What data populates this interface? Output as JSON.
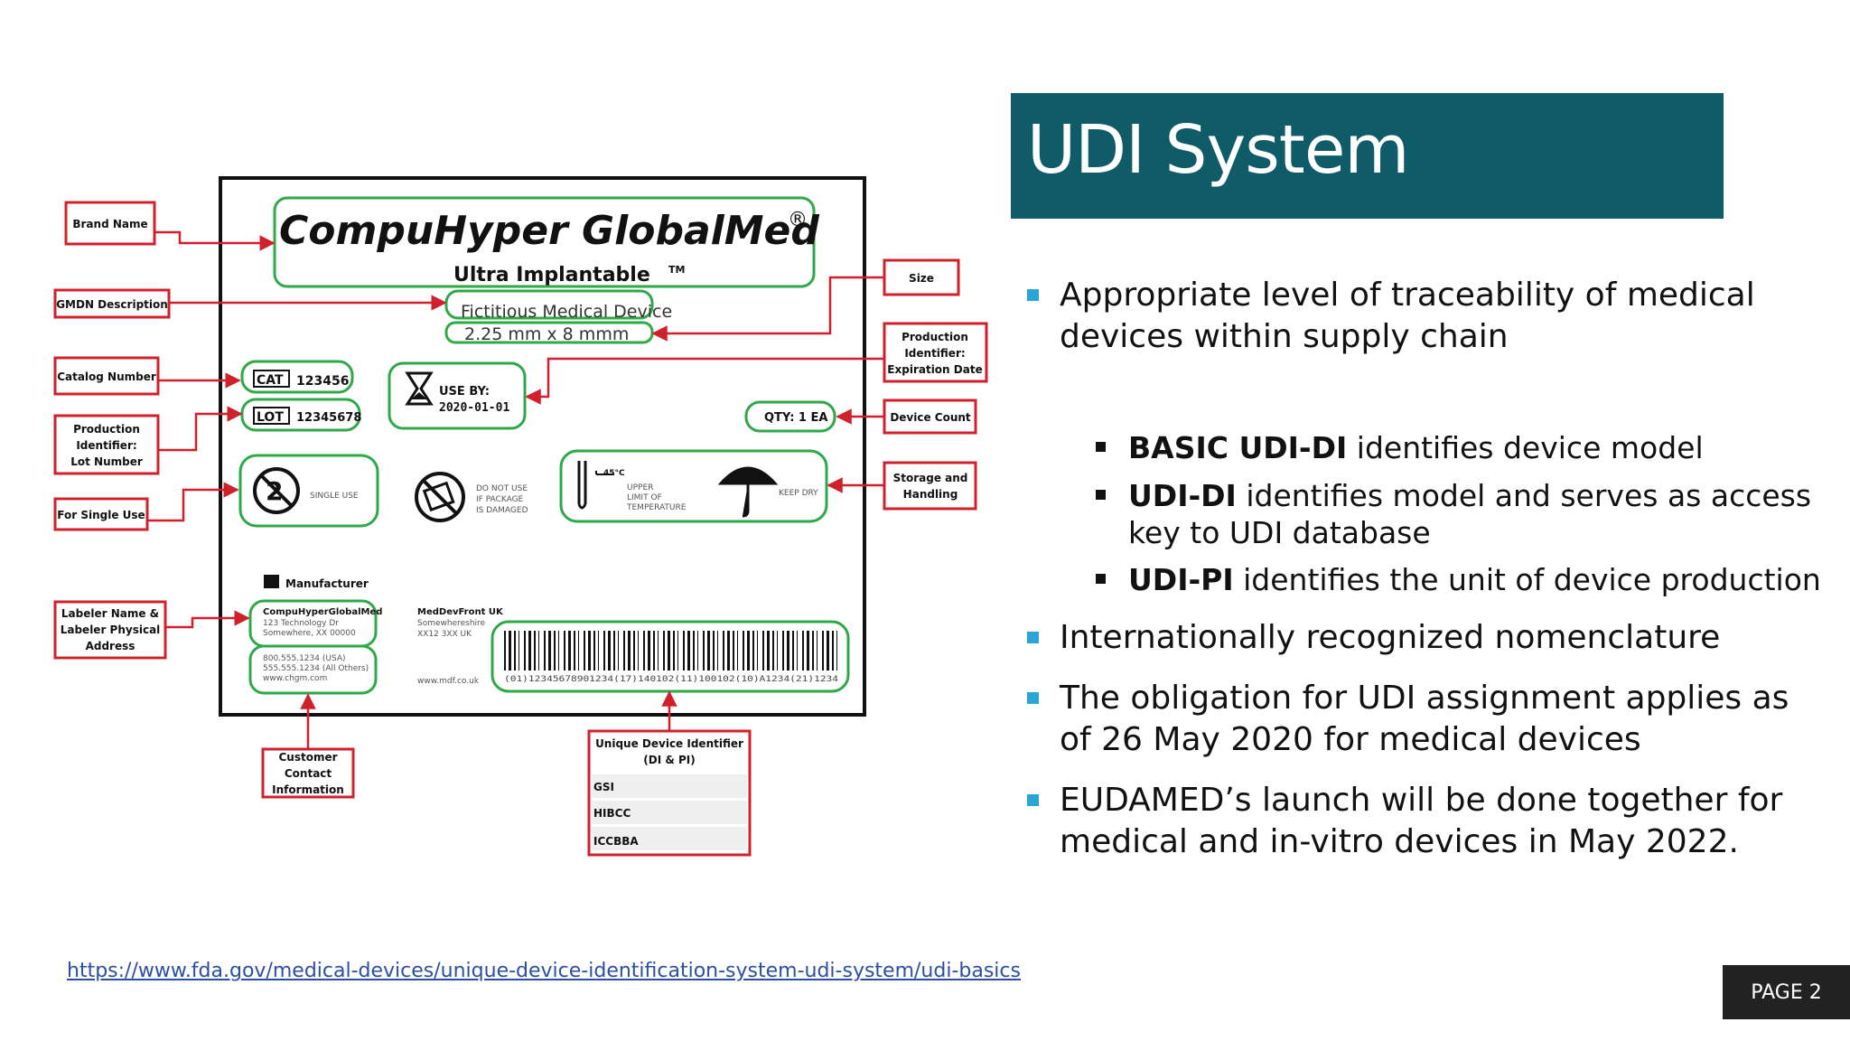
{
  "slide": {
    "title": "UDI System",
    "bullets": [
      {
        "text": "Appropriate level of traceability of medical devices within supply chain",
        "lines": [
          "Appropriate level of traceability of medical",
          "devices within supply chain"
        ]
      },
      {
        "text": "Internationally recognized nomenclature",
        "lines": [
          "Internationally recognized nomenclature"
        ]
      },
      {
        "text": "The obligation for UDI assignment applies as of 26 May 2020 for medical devices",
        "lines": [
          "The obligation for UDI assignment applies as",
          "of 26 May 2020 for medical devices"
        ]
      },
      {
        "text": "EUDAMED’s launch will be done together for medical and in-vitro devices in May 2022.",
        "lines": [
          "EUDAMED’s launch will be done together for",
          "medical and in-vitro devices in May 2022."
        ]
      }
    ],
    "sub_bullets": [
      {
        "bold": "BASIC UDI-DI",
        "rest": " identifies device model",
        "cont": ""
      },
      {
        "bold": "UDI-DI",
        "rest": " identifies model and serves as access",
        "cont": "key to UDI database"
      },
      {
        "bold": "UDI-PI",
        "rest": " identifies the unit of device production",
        "cont": ""
      }
    ],
    "source_link": "https://www.fda.gov/medical-devices/unique-device-identification-system-udi-system/udi-basics",
    "page_label": "PAGE 2"
  },
  "label": {
    "brand": "CompuHyper GlobalMed",
    "registered": "®",
    "product": "Ultra Implantable",
    "trademark": "TM",
    "description": "Fictitious Medical Device",
    "size": "2.25 mm x 8 mmm",
    "cat_tag": "CAT",
    "cat_value": "123456",
    "lot_tag": "LOT",
    "lot_value": "12345678",
    "use_by_label": "USE BY:",
    "use_by_value": "2020-01-01",
    "qty": "QTY: 1 EA",
    "single_use": "SINGLE USE",
    "damaged": [
      "DO NOT USE",
      "IF PACKAGE",
      "IS DAMAGED"
    ],
    "temp": "45°C",
    "upper": [
      "UPPER",
      "LIMIT OF",
      "TEMPERATURE"
    ],
    "keep_dry": "KEEP DRY",
    "manufacturer": "Manufacturer",
    "mfr_name": "CompuHyperGlobalMed",
    "mfr_addr": [
      "123 Technology Dr",
      "Somewhere, XX 00000"
    ],
    "phone": [
      "800.555.1234 (USA)",
      "555.555.1234 (All Others)",
      "www.chgm.com"
    ],
    "eu_rep": [
      "MedDevFront UK",
      "Somewhereshire",
      "XX12 3XX UK"
    ],
    "eu_web": "www.mdf.co.uk",
    "barcode_text": "(01)12345678901234(17)140102(11)100102(10)A1234(21)1234"
  },
  "callouts": {
    "brand_name": [
      "Brand Name"
    ],
    "gmdn": [
      "GMDN Description"
    ],
    "catalog": [
      "Catalog Number"
    ],
    "prod_lot": [
      "Production",
      "Identifier:",
      "Lot Number"
    ],
    "single_use": [
      "For Single Use"
    ],
    "labeler": [
      "Labeler Name &",
      "Labeler Physical",
      "Address"
    ],
    "customer": [
      "Customer",
      "Contact",
      "Information"
    ],
    "size": [
      "Size"
    ],
    "prod_exp": [
      "Production",
      "Identifier:",
      "Expiration Date"
    ],
    "device_count": [
      "Device Count"
    ],
    "storage": [
      "Storage and",
      "Handling"
    ],
    "udi": [
      "Unique Device Identifier",
      "(DI & PI)"
    ],
    "udi_rows": [
      "GSI",
      "HIBCC",
      "ICCBBA"
    ]
  },
  "colors": {
    "title_bg": "#0f5c68",
    "callout_red": "#d0202b",
    "label_green": "#2fa84a",
    "bullet_blue": "#2aa6d6",
    "link_blue": "#2d4fa3",
    "page_bg": "#222222"
  }
}
